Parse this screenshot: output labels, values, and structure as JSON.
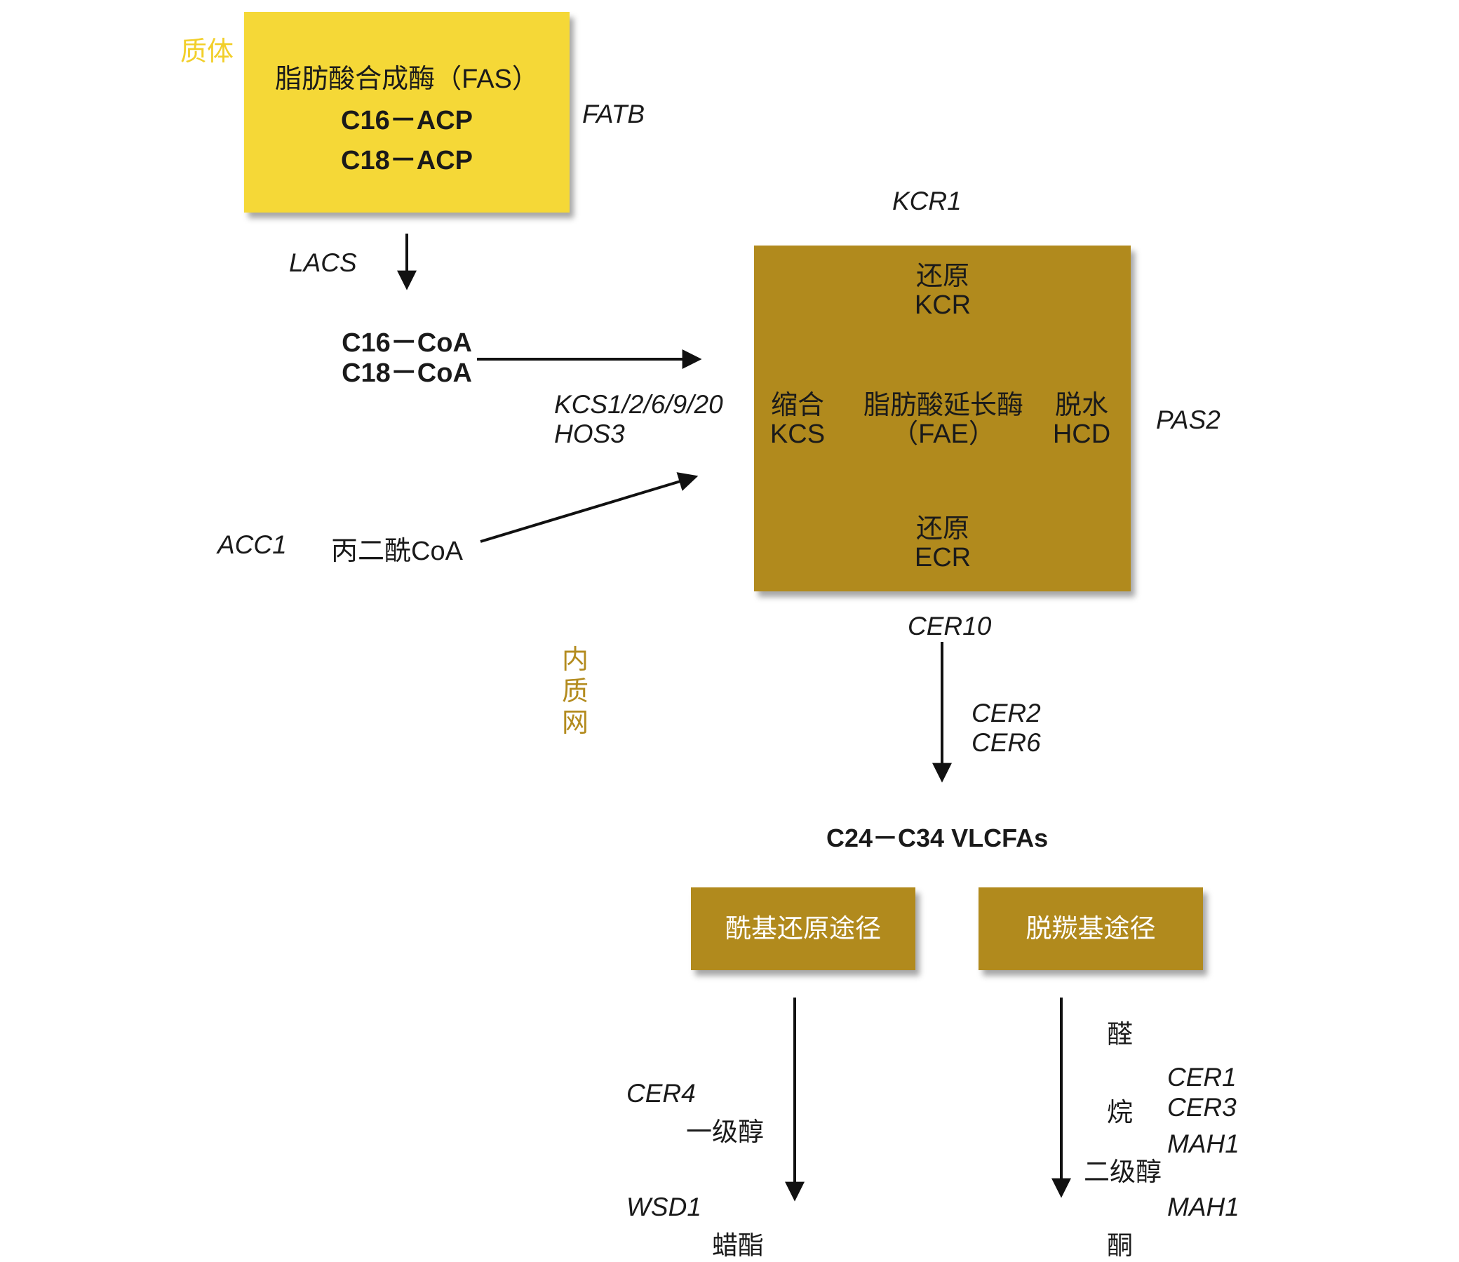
{
  "plastid_label": "质体",
  "er_label": [
    "内",
    "质",
    "网"
  ],
  "fas_box": {
    "title": "脂肪酸合成酶（FAS）",
    "line2": "C16－ACP",
    "line3": "C18－ACP"
  },
  "genes": {
    "fatb": "FATB",
    "lacs": "LACS",
    "kcr1": "KCR1",
    "kcs": [
      "KCS1/2/6/9/20",
      "HOS3"
    ],
    "pas2": "PAS2",
    "acc1": "ACC1",
    "cer10": "CER10",
    "cer2_6": [
      "CER2",
      "CER6"
    ],
    "cer4": "CER4",
    "wsd1": "WSD1",
    "cer1_3": [
      "CER1",
      "CER3"
    ],
    "mah1_a": "MAH1",
    "mah1_b": "MAH1"
  },
  "coa": [
    "C16－CoA",
    "C18－CoA"
  ],
  "malonyl": "丙二酰CoA",
  "fae_box": {
    "center": [
      "脂肪酸延长酶",
      "（FAE）"
    ],
    "top": [
      "还原",
      "KCR"
    ],
    "right": [
      "脱水",
      "HCD"
    ],
    "bottom": [
      "还原",
      "ECR"
    ],
    "left": [
      "缩合",
      "KCS"
    ]
  },
  "vlcfa": "C24－C34 VLCFAs",
  "pathways": {
    "acyl_reduction": "酰基还原途径",
    "decarbonylation": "脱羰基途径"
  },
  "products_left": {
    "primary_alcohol": "一级醇",
    "wax_ester": "蜡酯"
  },
  "products_right": {
    "aldehyde": "醛",
    "alkane": "烷",
    "secondary_alcohol": "二级醇",
    "ketone": "酮"
  },
  "colors": {
    "plastid_yellow": "#f5d837",
    "er_gold": "#b18a1d",
    "label_yellow": "#f2cf2a",
    "label_gold": "#b38b1e"
  }
}
